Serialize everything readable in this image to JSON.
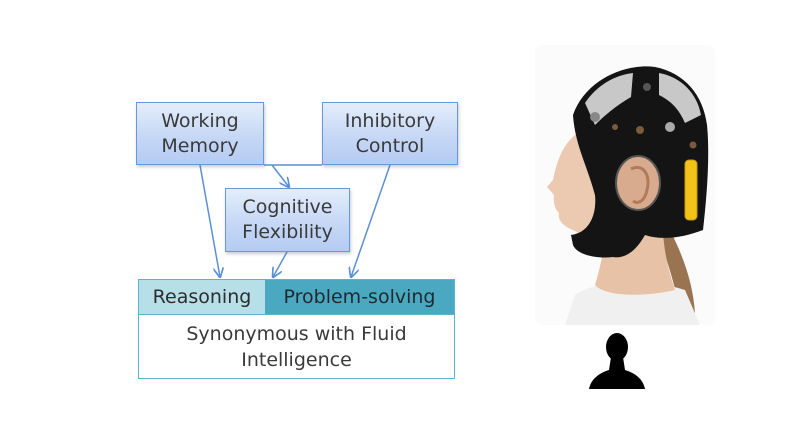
{
  "diagram": {
    "nodes": {
      "working_memory": [
        "Working",
        "Memory"
      ],
      "inhibitory_control": [
        "Inhibitory",
        "Control"
      ],
      "cognitive_flexibility": [
        "Cognitive",
        "Flexibility"
      ]
    },
    "outcome": {
      "cells": [
        "Reasoning",
        "Problem-solving"
      ],
      "description": [
        "Synonymous with Fluid",
        "Intelligence"
      ]
    },
    "edges": [
      {
        "from": "Working Memory",
        "to": "Cognitive Flexibility"
      },
      {
        "from": "Working Memory",
        "to": "Reasoning"
      },
      {
        "from": "Inhibitory Control",
        "to": "Problem-solving"
      },
      {
        "from": "Cognitive Flexibility",
        "to": "Problem-solving"
      }
    ],
    "colors": {
      "box_border": "#6a97d8",
      "arrow": "#5b8fd6",
      "reasoning_fill": "#b6dfe8",
      "problem_solving_fill": "#4aa9c1",
      "outcome_border": "#5ab4ca"
    }
  },
  "photo": {
    "subject": "woman-wearing-eeg-headset",
    "icon": "person-silhouette-icon"
  }
}
